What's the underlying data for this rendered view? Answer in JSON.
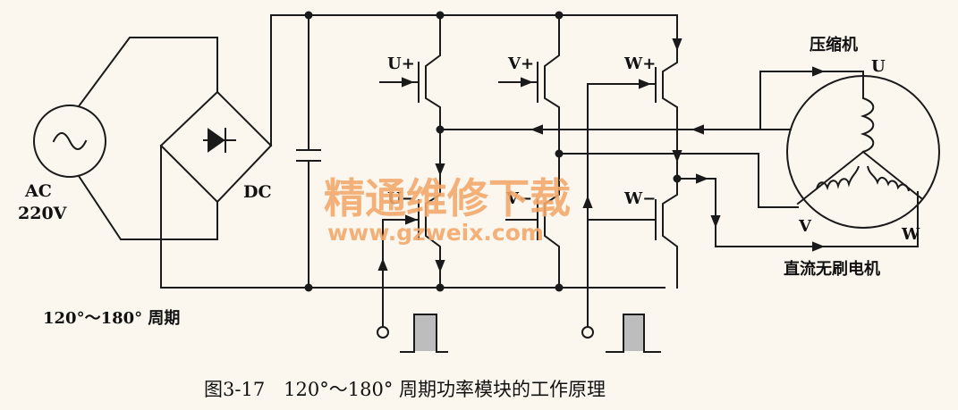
{
  "source": {
    "ac_label": "AC",
    "voltage_label": "220V"
  },
  "rectifier": {
    "label": "DC"
  },
  "switches": {
    "u_plus": "U+",
    "v_plus": "V+",
    "w_plus": "W+",
    "u_minus": "U−",
    "v_minus": "V−",
    "w_minus": "W−"
  },
  "motor": {
    "title": "压缩机",
    "phase_u": "U",
    "phase_v": "V",
    "phase_w": "W",
    "type_label": "直流无刷电机"
  },
  "period_note": "120°～180° 周期",
  "caption": "图3-17　120°～180° 周期功率模块的工作原理",
  "watermark": {
    "cn": "精通维修下载",
    "url": "www.gzweix.com",
    "color": "#f2a76a"
  },
  "colors": {
    "line": "#1a1a1a",
    "background": "#fbf7ee"
  }
}
